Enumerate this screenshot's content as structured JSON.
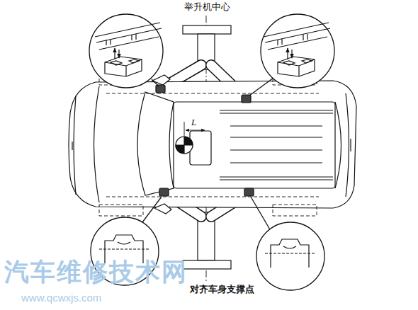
{
  "diagram": {
    "caption": "对齐车身支撑点",
    "labels": [
      "举升机中心",
      "L",
      "汽车维修技术网",
      "www.qcwxjs.com"
    ]
  }
}
